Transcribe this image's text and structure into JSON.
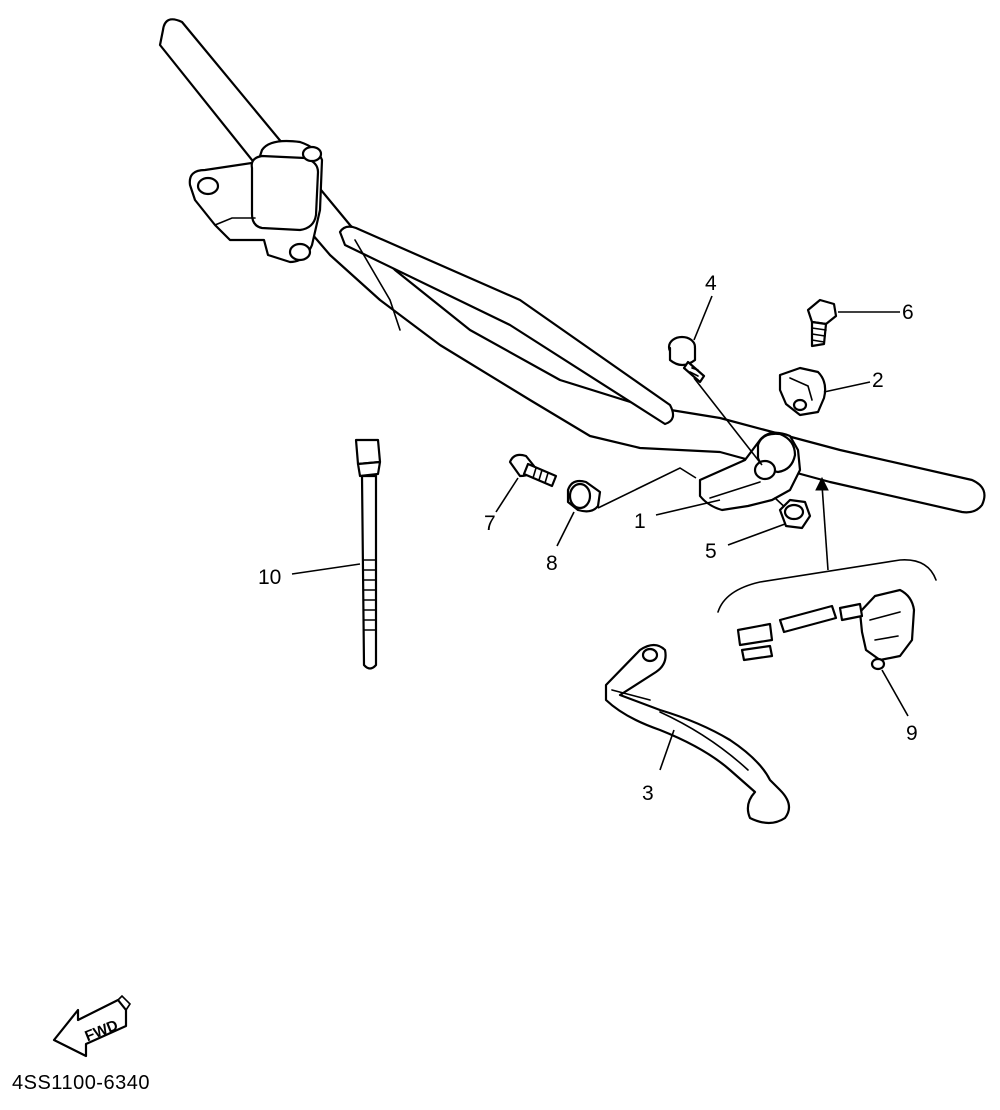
{
  "diagram": {
    "callouts": {
      "c1": "1",
      "c2": "2",
      "c3": "3",
      "c4": "4",
      "c5": "5",
      "c6": "6",
      "c7": "7",
      "c8": "8",
      "c9": "9",
      "c10": "10"
    },
    "fwd_label": "FWD",
    "code": "4SS1100-6340"
  }
}
